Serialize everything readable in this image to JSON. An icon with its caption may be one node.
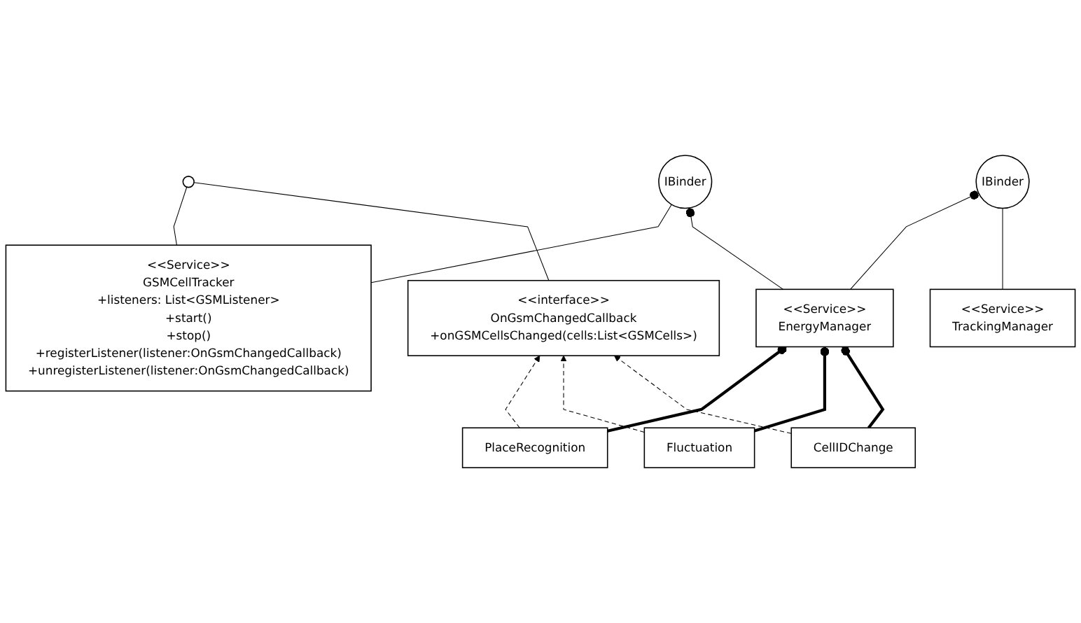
{
  "diagram": {
    "nodes": [
      {
        "text": [
          "IBinder"
        ]
      },
      {
        "text": [
          "<<Service>>",
          "GSMCellTracker",
          "+listeners: List<GSMListener>",
          "+start()",
          "+stop()",
          "+registerListener(listener:OnGsmChangedCallback)",
          "+unregisterListener(listener:OnGsmChangedCallback)"
        ]
      },
      {
        "text": [
          "<<Service>>",
          "EnergyManager"
        ]
      },
      {
        "text": [
          "IBinder"
        ]
      },
      {
        "text": [
          "<<Service>>",
          "TrackingManager"
        ]
      },
      {
        "text": [],
        "shape": "circle"
      },
      {
        "text": [
          "<<interface>>",
          "OnGsmChangedCallback",
          "+onGSMCellsChanged(cells:List<GSMCells>)"
        ]
      },
      {
        "text": [
          "PlaceRecognition"
        ]
      },
      {
        "text": [
          "Fluctuation"
        ]
      },
      {
        "text": [
          "CellIDChange"
        ]
      }
    ],
    "edges": [
      {
        "from": 1,
        "to": 0,
        "arrow": "none"
      },
      {
        "from": 2,
        "to": 0,
        "arrow": "other"
      },
      {
        "from": 2,
        "to": 3,
        "arrow": "other"
      },
      {
        "from": 4,
        "to": 3,
        "arrow": "none"
      },
      {
        "from": 1,
        "to": 5,
        "arrow": "none"
      },
      {
        "from": 6,
        "to": 5,
        "arrow": "none"
      },
      {
        "from": 7,
        "to": 6,
        "arrow": "to",
        "style": "dashed"
      },
      {
        "from": 8,
        "to": 6,
        "arrow": "to",
        "style": "dashed"
      },
      {
        "from": 9,
        "to": 6,
        "arrow": "to",
        "style": "dashed"
      },
      {
        "from": 7,
        "to": 2,
        "arrow": "other",
        "style": "thick"
      },
      {
        "from": 8,
        "to": 2,
        "arrow": "other",
        "style": "thick"
      },
      {
        "from": 9,
        "to": 2,
        "arrow": "other",
        "style": "thick"
      }
    ]
  }
}
